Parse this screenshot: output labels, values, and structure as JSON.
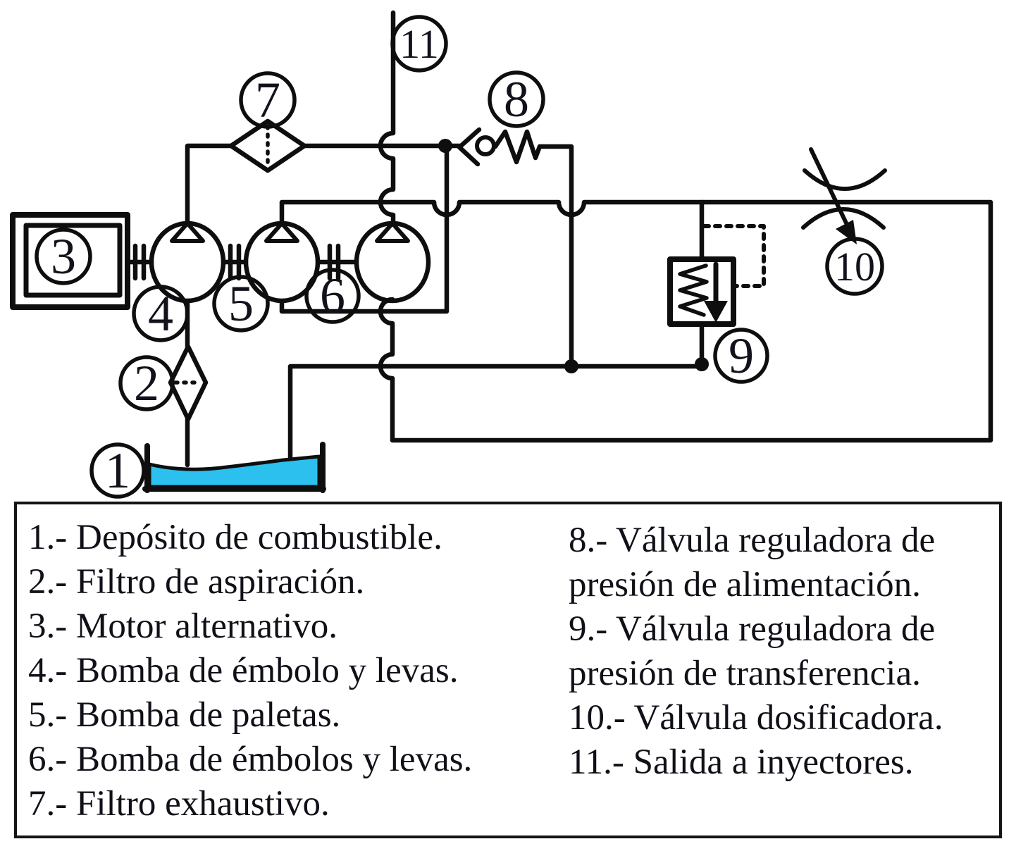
{
  "diagram": {
    "labels": [
      "1",
      "2",
      "3",
      "4",
      "5",
      "6",
      "7",
      "8",
      "9",
      "10",
      "11"
    ],
    "colors": {
      "line": "#0e0e0e",
      "fluid": "#2bc0ee"
    }
  },
  "legend": {
    "left": [
      "1.- Depósito de combustible.",
      "2.- Filtro de aspiración.",
      "3.- Motor alternativo.",
      "4.- Bomba de émbolo y levas.",
      "5.- Bomba de paletas.",
      "6.- Bomba de émbolos y levas.",
      "7.- Filtro exhaustivo."
    ],
    "right": [
      "8.- Válvula reguladora de",
      "presión de alimentación.",
      "9.- Válvula reguladora de",
      "presión de transferencia.",
      "10.- Válvula dosificadora.",
      "11.- Salida a inyectores."
    ]
  }
}
